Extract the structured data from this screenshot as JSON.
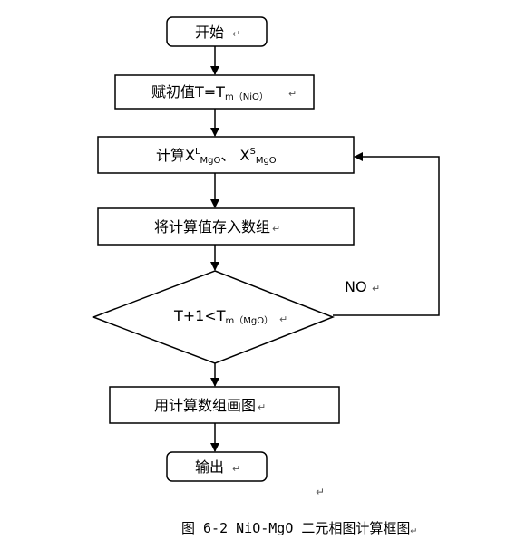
{
  "nodes": {
    "start": {
      "text": "开始"
    },
    "init": {
      "main": "赋初值T=T",
      "sub": "m（NiO）"
    },
    "calc": {
      "main": "计算X",
      "sup1": "L",
      "sub1": "MgO",
      "sep": "、 X",
      "sup2": "S",
      "sub2": "MgO"
    },
    "store": {
      "text": "将计算值存入数组"
    },
    "decision": {
      "main": "T+1<T",
      "sub": "m（MgO）"
    },
    "plot": {
      "text": "用计算数组画图"
    },
    "end": {
      "text": "输出"
    }
  },
  "edges": {
    "no_label": "NO"
  },
  "marks": {
    "return": "↵"
  },
  "caption": "图 6-2 NiO-MgO 二元相图计算框图"
}
